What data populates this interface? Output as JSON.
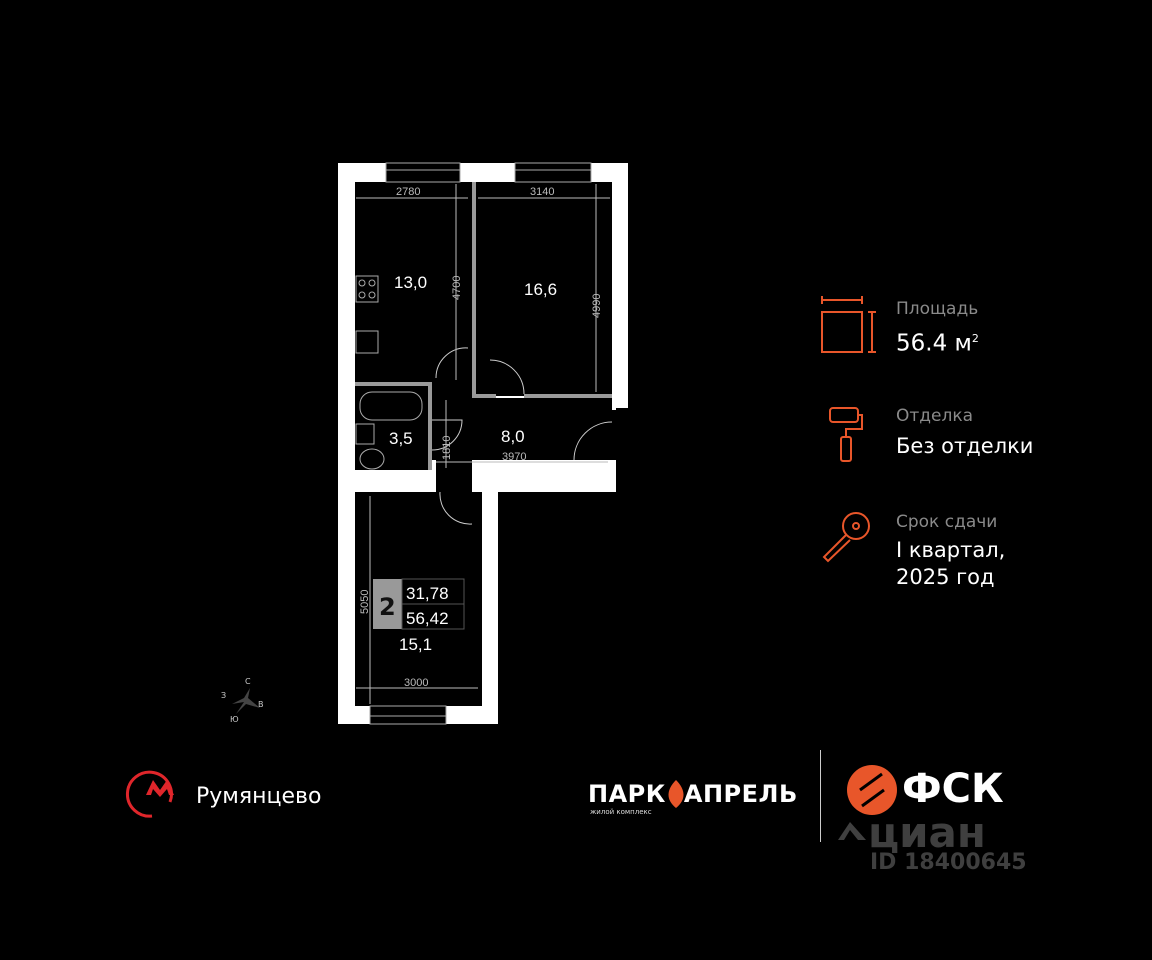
{
  "plan": {
    "rooms": {
      "kitchen": "13,0",
      "bedroom": "16,6",
      "bathroom": "3,5",
      "hall": "8,0",
      "room2": "15,1"
    },
    "dimensions": {
      "kitchen_w": "2780",
      "kitchen_h": "4700",
      "bedroom_w": "3140",
      "bedroom_h": "4990",
      "bath_h": "1810",
      "hall_w": "3970",
      "room2_h": "5050",
      "room2_w": "3000"
    },
    "badge": {
      "rooms": "2",
      "living_area": "31,78",
      "total_area": "56,42"
    },
    "compass": {
      "n": "С",
      "w": "З",
      "e": "В",
      "s": "Ю"
    }
  },
  "info": {
    "area_label": "Площадь",
    "area_value": "56.4 м",
    "area_unit_sup": "2",
    "finish_label": "Отделка",
    "finish_value": "Без отделки",
    "deadline_label": "Срок сдачи",
    "deadline_line1": "I квартал,",
    "deadline_line2": "2025 год"
  },
  "footer": {
    "metro_station": "Румянцево",
    "complex_name_1": "ПАРК",
    "complex_name_2": "АПРЕЛЬ",
    "complex_sub": "жилой комплекс",
    "developer": "ФСК",
    "watermark": "циан",
    "watermark_id": "ID 18400645"
  },
  "colors": {
    "accent": "#e8562a",
    "metro": "#e0262b",
    "wall": "#ffffff",
    "partition": "#9a9a9a"
  }
}
